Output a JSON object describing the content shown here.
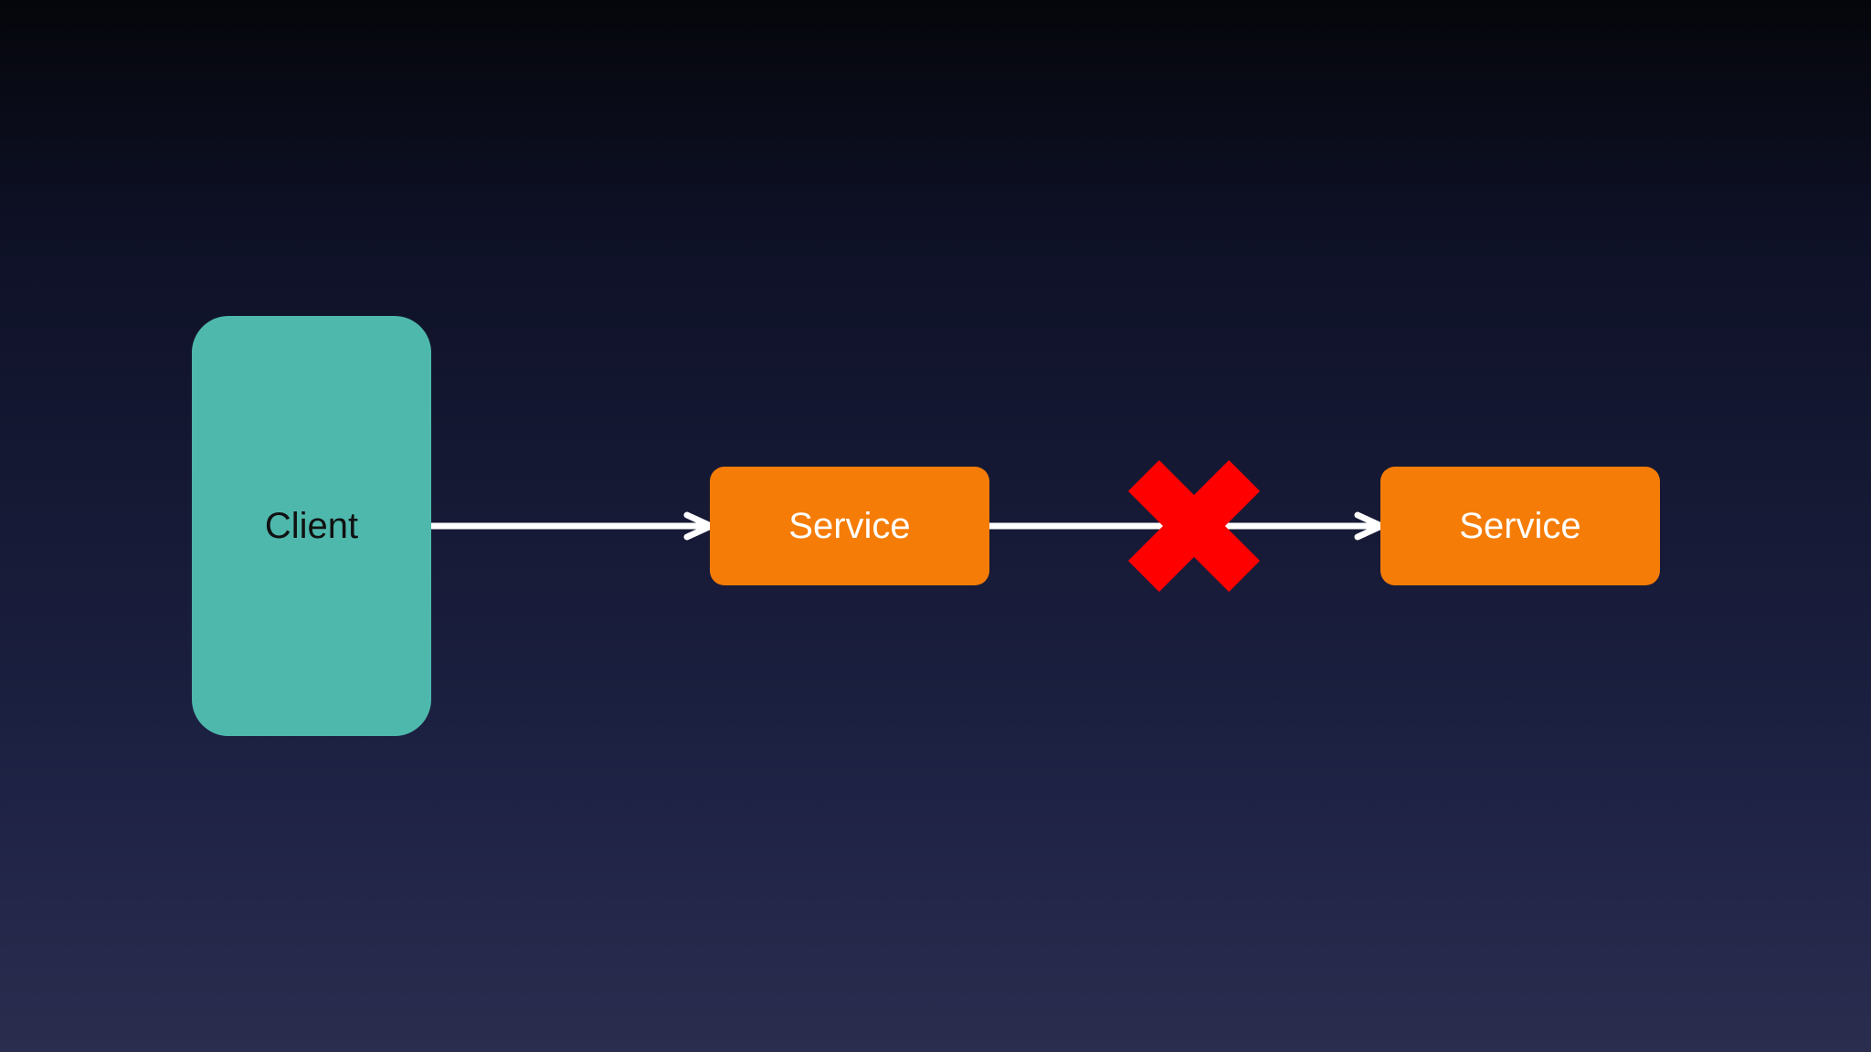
{
  "colors": {
    "client_fill": "#4fb8ad",
    "service_fill": "#f57c06",
    "connector": "#ffffff",
    "failure_mark": "#ff0000"
  },
  "nodes": {
    "client": {
      "label": "Client"
    },
    "service_a": {
      "label": "Service"
    },
    "service_b": {
      "label": "Service"
    }
  },
  "connections": [
    {
      "from": "Client",
      "to": "Service",
      "status": "ok"
    },
    {
      "from": "Service",
      "to": "Service",
      "status": "broken"
    }
  ],
  "icons": {
    "failure": "cross-icon"
  }
}
